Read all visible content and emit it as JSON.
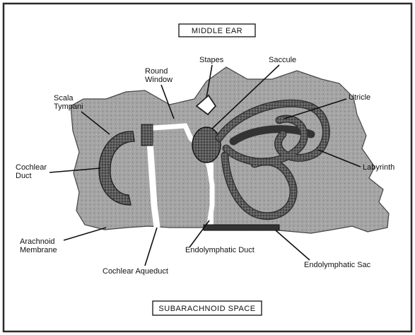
{
  "labels": {
    "middle_ear": "MIDDLE EAR",
    "subarachnoid_space": "SUBARACHNOID SPACE",
    "stapes": "Stapes",
    "saccule": "Saccule",
    "round_window_line1": "Round",
    "round_window_line2": "Window",
    "scala_tympani_line1": "Scala",
    "scala_tympani_line2": "Tympani",
    "utricle": "Utricle",
    "cochlear_duct_line1": "Cochlear",
    "cochlear_duct_line2": "Duct",
    "labyrinth": "Labyrinth",
    "arachnoid_membrane_line1": "Arachnoid",
    "arachnoid_membrane_line2": "Membrane",
    "endolymphatic_duct": "Endolymphatic Duct",
    "cochlear_aqueduct": "Cochlear Aqueduct",
    "endolymphatic_sac": "Endolymphatic Sac"
  },
  "colors": {
    "bone": "#9a9a9a",
    "border": "#2a2a2a",
    "membranous": "#5a5a5a"
  }
}
